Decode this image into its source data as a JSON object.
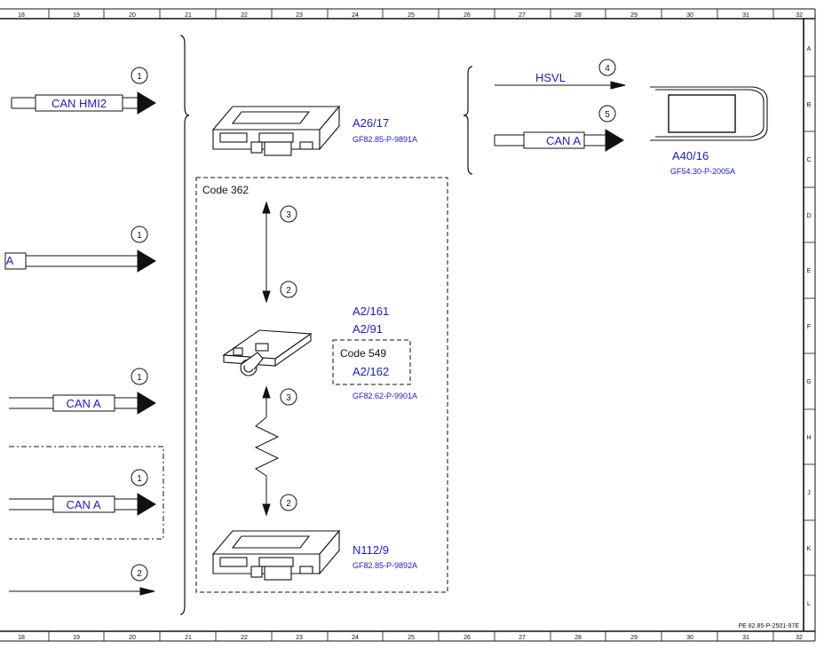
{
  "frame": {
    "columns": [
      "18",
      "19",
      "20",
      "21",
      "22",
      "23",
      "24",
      "25",
      "26",
      "27",
      "28",
      "29",
      "30",
      "31",
      "32"
    ],
    "rows": [
      "A",
      "B",
      "C",
      "D",
      "E",
      "F",
      "G",
      "H",
      "J",
      "K",
      "L"
    ],
    "reference": "PE 82.85-P-2501-97E"
  },
  "connections": {
    "left": [
      {
        "label": "CAN HMI2",
        "circle": "1"
      },
      {
        "label": "A",
        "circle": "1"
      },
      {
        "label": "CAN A",
        "circle": "1"
      },
      {
        "label": "CAN A",
        "circle": "1"
      },
      {
        "label": "",
        "circle": "2"
      }
    ],
    "right": [
      {
        "label": "HSVL",
        "circle": "4"
      },
      {
        "label": "CAN A",
        "circle": "5"
      }
    ]
  },
  "components": {
    "a26_17": {
      "id": "A26/17",
      "ref": "GF82.85-P-9891A"
    },
    "a40_16": {
      "id": "A40/16",
      "ref": "GF54.30-P-2005A"
    },
    "code362": {
      "label": "Code 362"
    },
    "a2": {
      "id1": "A2/161",
      "id2": "A2/91",
      "code": "Code 549",
      "id3": "A2/162",
      "ref": "GF82.62-P-9901A"
    },
    "n112_9": {
      "id": "N112/9",
      "ref": "GF82.85-P-9892A"
    },
    "vertical_circles": [
      "3",
      "2",
      "3",
      "2"
    ]
  },
  "colors": {
    "link_text": "#1a1ad6",
    "line": "#111111"
  }
}
